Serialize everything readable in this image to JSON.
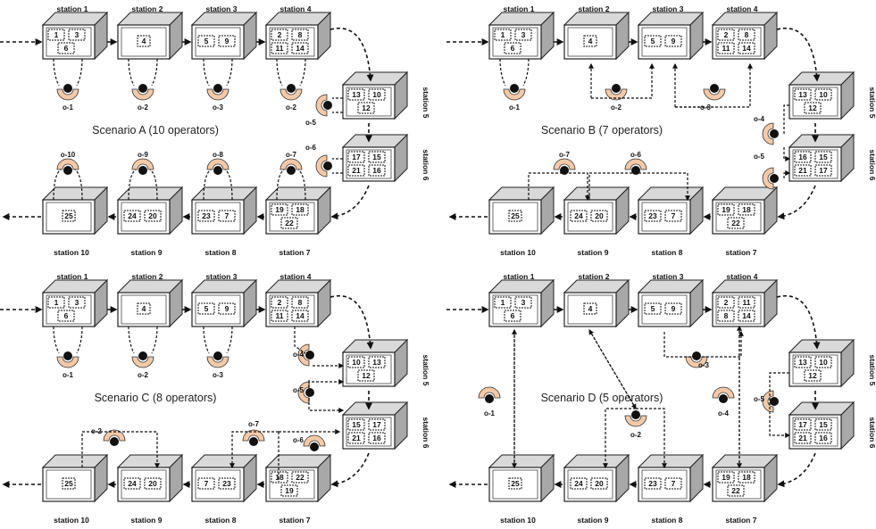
{
  "scenarios": [
    {
      "id": "A",
      "title": "Scenario A (10 operators)",
      "stations": [
        {
          "name": "station 1",
          "tasks": [
            "1",
            "3",
            "6"
          ]
        },
        {
          "name": "station 2",
          "tasks": [
            "4"
          ]
        },
        {
          "name": "station 3",
          "tasks": [
            "5",
            "9"
          ]
        },
        {
          "name": "station 4",
          "tasks": [
            "2",
            "8",
            "11",
            "14"
          ]
        },
        {
          "name": "station 5",
          "tasks": [
            "13",
            "10",
            "12"
          ]
        },
        {
          "name": "station 6",
          "tasks": [
            "17",
            "15",
            "21",
            "16"
          ]
        },
        {
          "name": "station 7",
          "tasks": [
            "19",
            "18",
            "22"
          ]
        },
        {
          "name": "station 8",
          "tasks": [
            "23",
            "7"
          ]
        },
        {
          "name": "station 9",
          "tasks": [
            "24",
            "20"
          ]
        },
        {
          "name": "station 10",
          "tasks": [
            "25"
          ]
        }
      ],
      "operators": [
        "o-1",
        "o-2",
        "o-3",
        "o-2",
        "o-5",
        "o-6",
        "o-7",
        "o-8",
        "o-9",
        "o-10"
      ]
    },
    {
      "id": "B",
      "title": "Scenario B (7 operators)",
      "stations": [
        {
          "name": "station 1",
          "tasks": [
            "1",
            "3",
            "6"
          ]
        },
        {
          "name": "station 2",
          "tasks": [
            "4"
          ]
        },
        {
          "name": "station 3",
          "tasks": [
            "5",
            "9"
          ]
        },
        {
          "name": "station 4",
          "tasks": [
            "2",
            "8",
            "11",
            "14"
          ]
        },
        {
          "name": "station 5",
          "tasks": [
            "13",
            "10",
            "12"
          ]
        },
        {
          "name": "station 6",
          "tasks": [
            "16",
            "15",
            "21",
            "17"
          ]
        },
        {
          "name": "station 7",
          "tasks": [
            "19",
            "18",
            "22"
          ]
        },
        {
          "name": "station 8",
          "tasks": [
            "23",
            "7"
          ]
        },
        {
          "name": "station 9",
          "tasks": [
            "24",
            "20"
          ]
        },
        {
          "name": "station 10",
          "tasks": [
            "25"
          ]
        }
      ],
      "operators": [
        "o-1",
        "o-2",
        "o-3",
        "o-4",
        "o-5",
        "o-6",
        "o-7"
      ]
    },
    {
      "id": "C",
      "title": "Scenario C (8 operators)",
      "stations": [
        {
          "name": "station 1",
          "tasks": [
            "1",
            "3",
            "6"
          ]
        },
        {
          "name": "station 2",
          "tasks": [
            "4"
          ]
        },
        {
          "name": "station 3",
          "tasks": [
            "5",
            "9"
          ]
        },
        {
          "name": "station 4",
          "tasks": [
            "2",
            "8",
            "11",
            "14"
          ]
        },
        {
          "name": "station 5",
          "tasks": [
            "10",
            "13",
            "12"
          ]
        },
        {
          "name": "station 6",
          "tasks": [
            "15",
            "17",
            "21",
            "16"
          ]
        },
        {
          "name": "station 7",
          "tasks": [
            "18",
            "22",
            "19"
          ]
        },
        {
          "name": "station 8",
          "tasks": [
            "7",
            "23"
          ]
        },
        {
          "name": "station 9",
          "tasks": [
            "24",
            "20"
          ]
        },
        {
          "name": "station 10",
          "tasks": [
            "25"
          ]
        }
      ],
      "operators": [
        "o-1",
        "o-2",
        "o-3",
        "o-4",
        "o-5",
        "o-6",
        "o-7",
        "o-2"
      ]
    },
    {
      "id": "D",
      "title": "Scenario D (5 operators)",
      "stations": [
        {
          "name": "station 1",
          "tasks": [
            "1",
            "3",
            "6"
          ]
        },
        {
          "name": "station 2",
          "tasks": [
            "4"
          ]
        },
        {
          "name": "station 3",
          "tasks": [
            "5",
            "9"
          ]
        },
        {
          "name": "station 4",
          "tasks": [
            "2",
            "11",
            "8",
            "14"
          ]
        },
        {
          "name": "station 5",
          "tasks": [
            "13",
            "10",
            "12"
          ]
        },
        {
          "name": "station 6",
          "tasks": [
            "17",
            "15",
            "21",
            "16"
          ]
        },
        {
          "name": "station 7",
          "tasks": [
            "19",
            "18",
            "22"
          ]
        },
        {
          "name": "station 8",
          "tasks": [
            "23",
            "7"
          ]
        },
        {
          "name": "station 9",
          "tasks": [
            "24",
            "20"
          ]
        },
        {
          "name": "station 10",
          "tasks": [
            "25"
          ]
        }
      ],
      "operators": [
        "o-1",
        "o-2",
        "o-3",
        "o-4",
        "o-5"
      ]
    }
  ],
  "colors": {
    "operator_fill": "#f3c9a8",
    "operator_head": "#111111",
    "box_front": "#ffffff",
    "box_top": "#d9d9d9",
    "box_side": "#a8a8a8"
  }
}
